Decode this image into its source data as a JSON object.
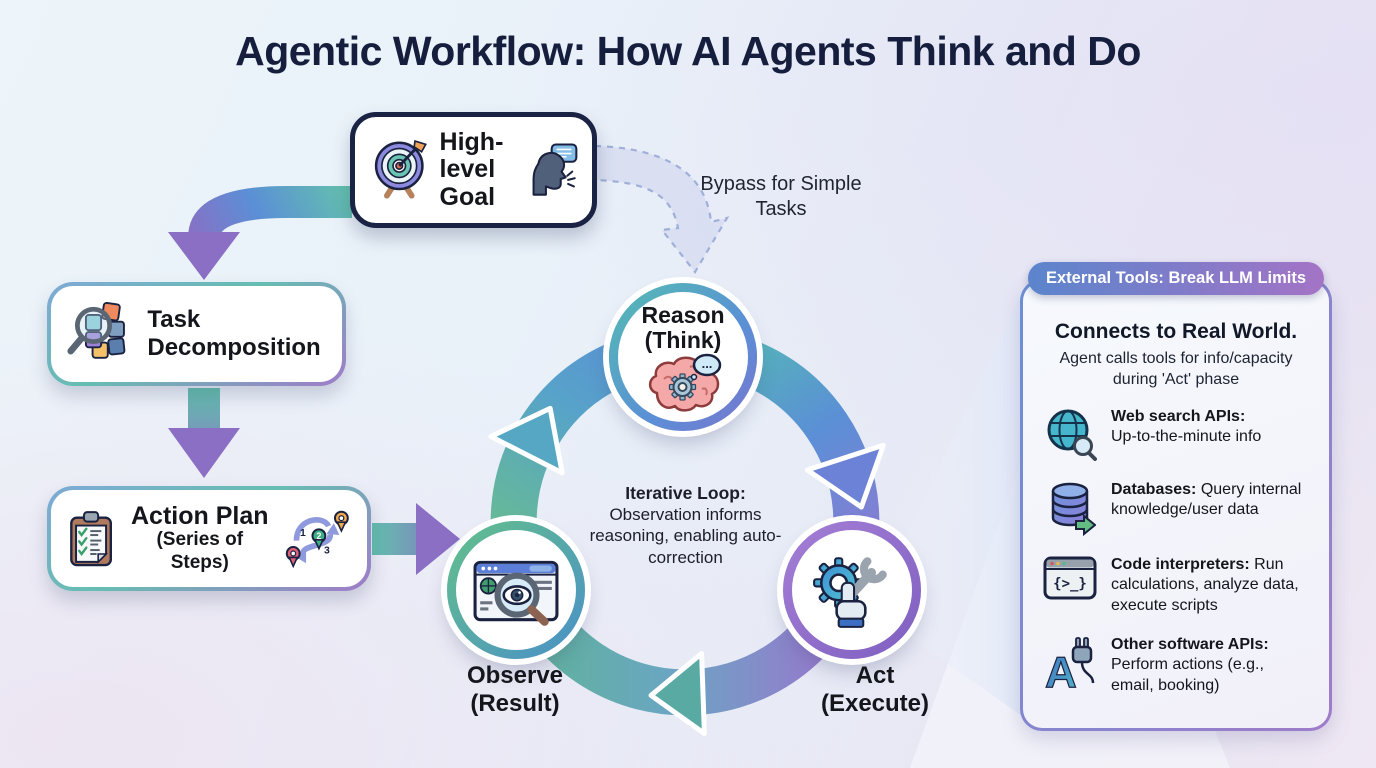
{
  "title": "Agentic Workflow: How AI Agents Think and Do",
  "boxes": {
    "goal": {
      "label": "High-level Goal"
    },
    "task": {
      "label": "Task Decomposition"
    },
    "plan": {
      "label": "Action Plan",
      "sublabel": "(Series of Steps)"
    }
  },
  "loop": {
    "reason": {
      "label": "Reason",
      "sublabel": "(Think)"
    },
    "act": {
      "label": "Act",
      "sublabel": "(Execute)"
    },
    "observe": {
      "label": "Observe",
      "sublabel": "(Result)"
    },
    "center_title": "Iterative Loop:",
    "center_desc": "Observation informs reasoning, enabling auto-correction",
    "bypass_label": "Bypass for Simple Tasks"
  },
  "panel": {
    "header": "External Tools: Break LLM Limits",
    "heading": "Connects to Real World.",
    "subheading": "Agent calls tools for info/capacity during 'Act' phase",
    "tools": [
      {
        "icon": "web-search-icon",
        "label": "Web search APIs:",
        "desc": "Up-to-the-minute info"
      },
      {
        "icon": "database-icon",
        "label": "Databases:",
        "desc": "Query internal knowledge/user data"
      },
      {
        "icon": "code-interpreter-icon",
        "label": "Code interpreters:",
        "desc": "Run calculations, analyze data, execute scripts"
      },
      {
        "icon": "software-api-icon",
        "label": "Other software APIs:",
        "desc": "Perform actions (e.g., email, booking)"
      }
    ]
  },
  "glyphs": {
    "code_window": "{>_}",
    "thought_dots": "...",
    "route_steps": [
      "1",
      "2",
      "3"
    ],
    "api_letter": "A"
  },
  "colors": {
    "navy": "#1a2240",
    "teal": "#5fbfae",
    "blue": "#5b8fd6",
    "purple": "#8a6fc4",
    "pill_gradient_start": "#5b85cc",
    "pill_gradient_end": "#a473c6"
  }
}
